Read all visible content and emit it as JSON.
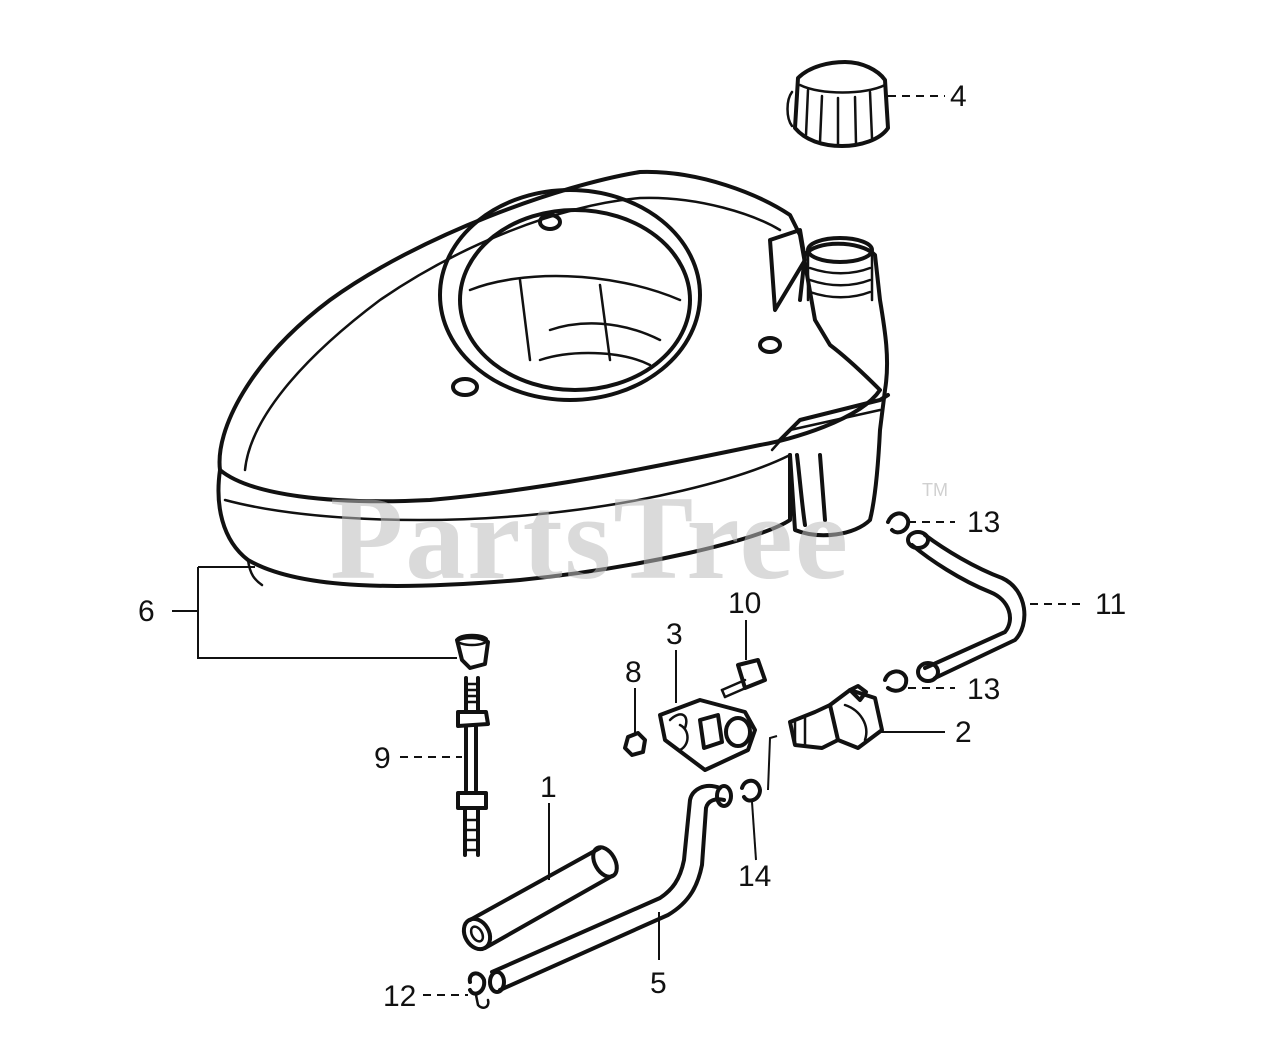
{
  "watermark": {
    "brand": "PartsTree",
    "trademark": "TM"
  },
  "callouts": [
    {
      "id": "1",
      "text": "1"
    },
    {
      "id": "2",
      "text": "2"
    },
    {
      "id": "3",
      "text": "3"
    },
    {
      "id": "4",
      "text": "4"
    },
    {
      "id": "5",
      "text": "5"
    },
    {
      "id": "6",
      "text": "6"
    },
    {
      "id": "8",
      "text": "8"
    },
    {
      "id": "9",
      "text": "9"
    },
    {
      "id": "10",
      "text": "10"
    },
    {
      "id": "11",
      "text": "11"
    },
    {
      "id": "12",
      "text": "12"
    },
    {
      "id": "13a",
      "text": "13"
    },
    {
      "id": "13b",
      "text": "13"
    },
    {
      "id": "14",
      "text": "14"
    }
  ],
  "colors": {
    "line": "#111111",
    "watermark": "#bdbdbd",
    "background": "#ffffff"
  }
}
